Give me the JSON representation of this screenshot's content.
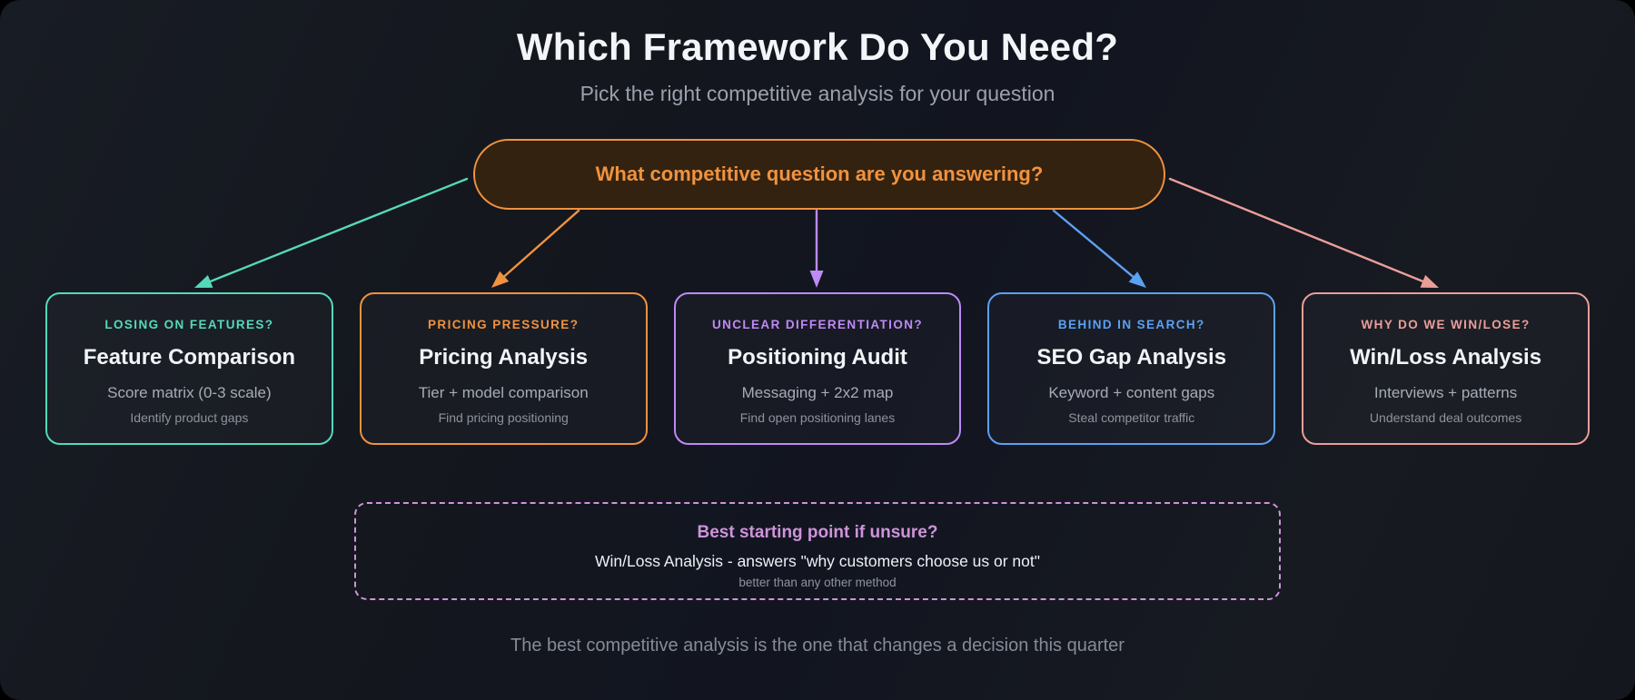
{
  "header": {
    "title": "Which Framework Do You Need?",
    "subtitle": "Pick the right competitive analysis for your question"
  },
  "root_question": {
    "label": "What competitive question are you answering?",
    "border_color": "#f0923f",
    "text_color": "#f0923f",
    "fill_color": "#33220f"
  },
  "frameworks": [
    {
      "question": "LOSING ON FEATURES?",
      "name": "Feature Comparison",
      "method": "Score matrix (0-3 scale)",
      "outcome": "Identify product gaps",
      "color": "#55d9bb"
    },
    {
      "question": "PRICING PRESSURE?",
      "name": "Pricing Analysis",
      "method": "Tier + model comparison",
      "outcome": "Find pricing positioning",
      "color": "#f0923f"
    },
    {
      "question": "UNCLEAR DIFFERENTIATION?",
      "name": "Positioning Audit",
      "method": "Messaging + 2x2 map",
      "outcome": "Find open positioning lanes",
      "color": "#be8af5"
    },
    {
      "question": "BEHIND IN SEARCH?",
      "name": "SEO Gap Analysis",
      "method": "Keyword + content gaps",
      "outcome": "Steal competitor traffic",
      "color": "#5ba1f3"
    },
    {
      "question": "WHY DO WE WIN/LOSE?",
      "name": "Win/Loss Analysis",
      "method": "Interviews + patterns",
      "outcome": "Understand deal outcomes",
      "color": "#eb9e99"
    }
  ],
  "recommendation": {
    "title": "Best starting point if unsure?",
    "body": "Win/Loss Analysis - answers \"why customers choose us or not\"",
    "note": "better than any other method",
    "color": "#ce93da"
  },
  "footer": {
    "note": "The best competitive analysis is the one that changes a decision this quarter"
  },
  "colors": {
    "background": "#14171d",
    "title_text": "#f3f5f8",
    "muted_text": "#9aa1ac"
  }
}
